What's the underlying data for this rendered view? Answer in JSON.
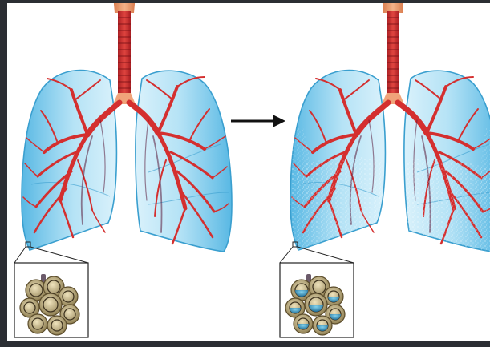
{
  "figure": {
    "panels": [
      {
        "id": "healthy",
        "alveoli_state": "air-filled",
        "lung_color": "#6cc8ec",
        "fluid": false
      },
      {
        "id": "edema",
        "alveoli_state": "fluid-filled",
        "lung_color": "#6cc8ec",
        "fluid": true,
        "fluid_color": "#1f7fae"
      }
    ],
    "transition_arrow": "right-arrow-icon",
    "colors": {
      "airway": "#d42f2f",
      "airway_dark": "#9e1a1f",
      "lung_fill": "#79cdee",
      "lung_edge": "#3a9fcf",
      "alveoli": "#c9b98a",
      "frame_border": "#2b2e33"
    }
  }
}
